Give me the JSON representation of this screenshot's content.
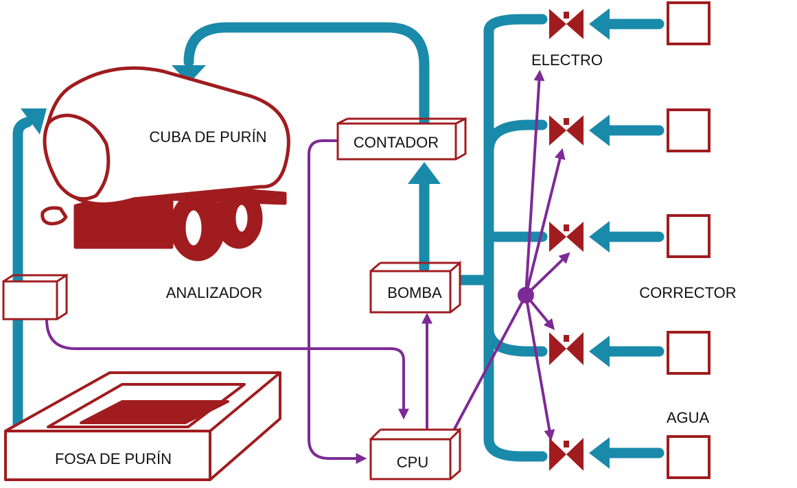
{
  "labels": {
    "cuba": "CUBA DE PURÍN",
    "analizador": "ANALIZADOR",
    "contador": "CONTADOR",
    "bomba": "BOMBA",
    "cpu": "CPU",
    "fosa": "FOSA DE PURÍN",
    "electro": "ELECTRO",
    "corrector": "CORRECTOR",
    "agua": "AGUA"
  },
  "colors": {
    "equipment": "#a01c1f",
    "flow": "#1a8aaa",
    "signal": "#7d2a96"
  },
  "icons": {
    "valve": "electro-valve-icon",
    "tank": "corrector-tank-icon",
    "truck": "slurry-tanker-icon",
    "pit": "slurry-pit-icon"
  }
}
